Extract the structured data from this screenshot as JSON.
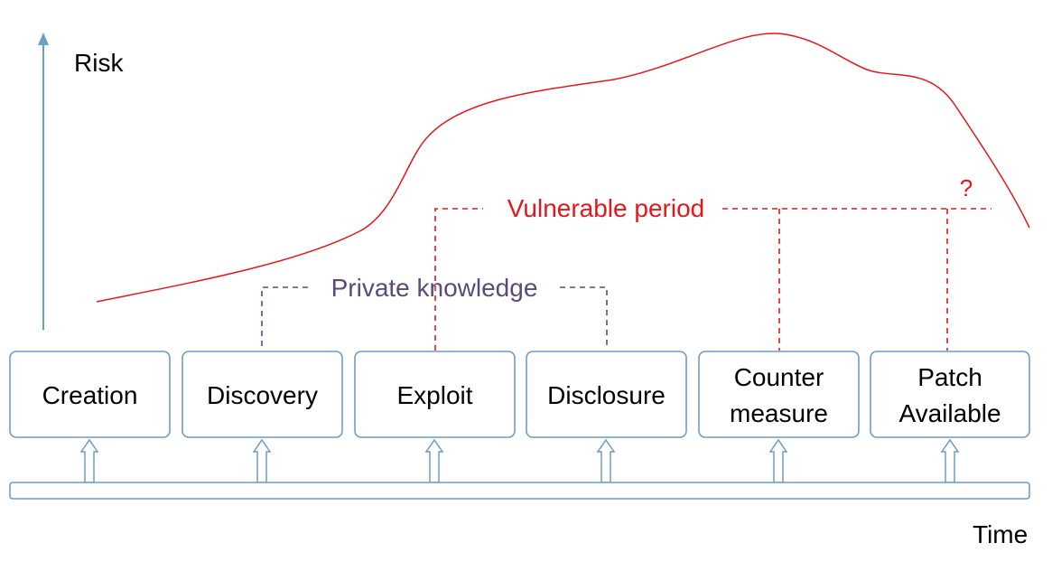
{
  "axes": {
    "y_label": "Risk",
    "x_label": "Time"
  },
  "stages": [
    {
      "id": "creation",
      "lines": [
        "Creation"
      ]
    },
    {
      "id": "discovery",
      "lines": [
        "Discovery"
      ]
    },
    {
      "id": "exploit",
      "lines": [
        "Exploit"
      ]
    },
    {
      "id": "disclosure",
      "lines": [
        "Disclosure"
      ]
    },
    {
      "id": "counter-measure",
      "lines": [
        "Counter",
        "measure"
      ]
    },
    {
      "id": "patch-available",
      "lines": [
        "Patch",
        "Available"
      ]
    }
  ],
  "periods": {
    "private": {
      "label": "Private knowledge",
      "color": "#5b4a7c"
    },
    "vulnerable": {
      "label": "Vulnerable period",
      "color": "#e8161b",
      "uncertain_mark": "?"
    }
  },
  "colors": {
    "box_stroke": "#6b9ec9",
    "axis": "#6b9ec9",
    "risk_curve": "#e8161b"
  }
}
